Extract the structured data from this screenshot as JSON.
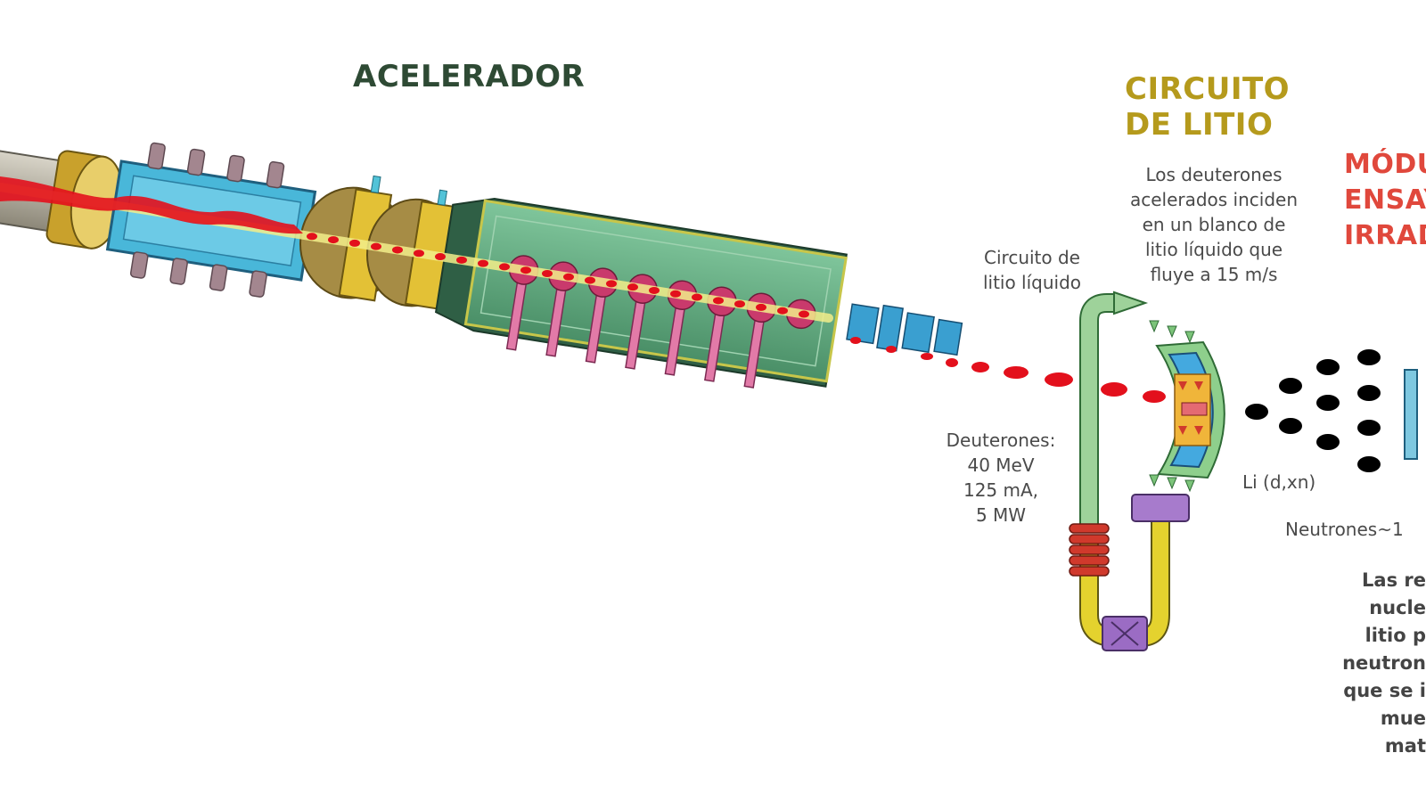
{
  "titles": {
    "accelerator": "ACELERADOR",
    "lithium_circuit": [
      "CIRCUITO",
      "DE LITIO"
    ],
    "test_module": [
      "MÓDU",
      "ENSAY",
      "IRRAD"
    ]
  },
  "annotations": {
    "lithium_target": [
      "Los deuterones",
      "acelerados inciden",
      "en un blanco de",
      "litio líquido que",
      "fluye a 15 m/s"
    ],
    "liquid_lithium_circuit": [
      "Circuito de",
      "litio líquido"
    ],
    "deuterons": [
      "Deuterones:",
      "40 MeV",
      "125 mA,",
      "5 MW"
    ],
    "reaction": "Li (d,xn)",
    "neutrons": "Neutrones~1",
    "reactions_note": [
      "Las re",
      "nucle",
      "litio p",
      "neutron",
      "que se i",
      "mue",
      "mat"
    ]
  },
  "colors": {
    "accelerator_title": "#2e4a34",
    "lithium_title": "#b59a1c",
    "module_title": "#e0483c",
    "beam": "#e3101c",
    "injector_blue": "#3ab0d6",
    "rfq_gold": "#d4b12a",
    "linac_green": "#5aa47a",
    "loop_green": "#9ed29a",
    "loop_yellow": "#e4d22e",
    "coil_red": "#d0392c",
    "valve_purple": "#9b6cc4"
  }
}
